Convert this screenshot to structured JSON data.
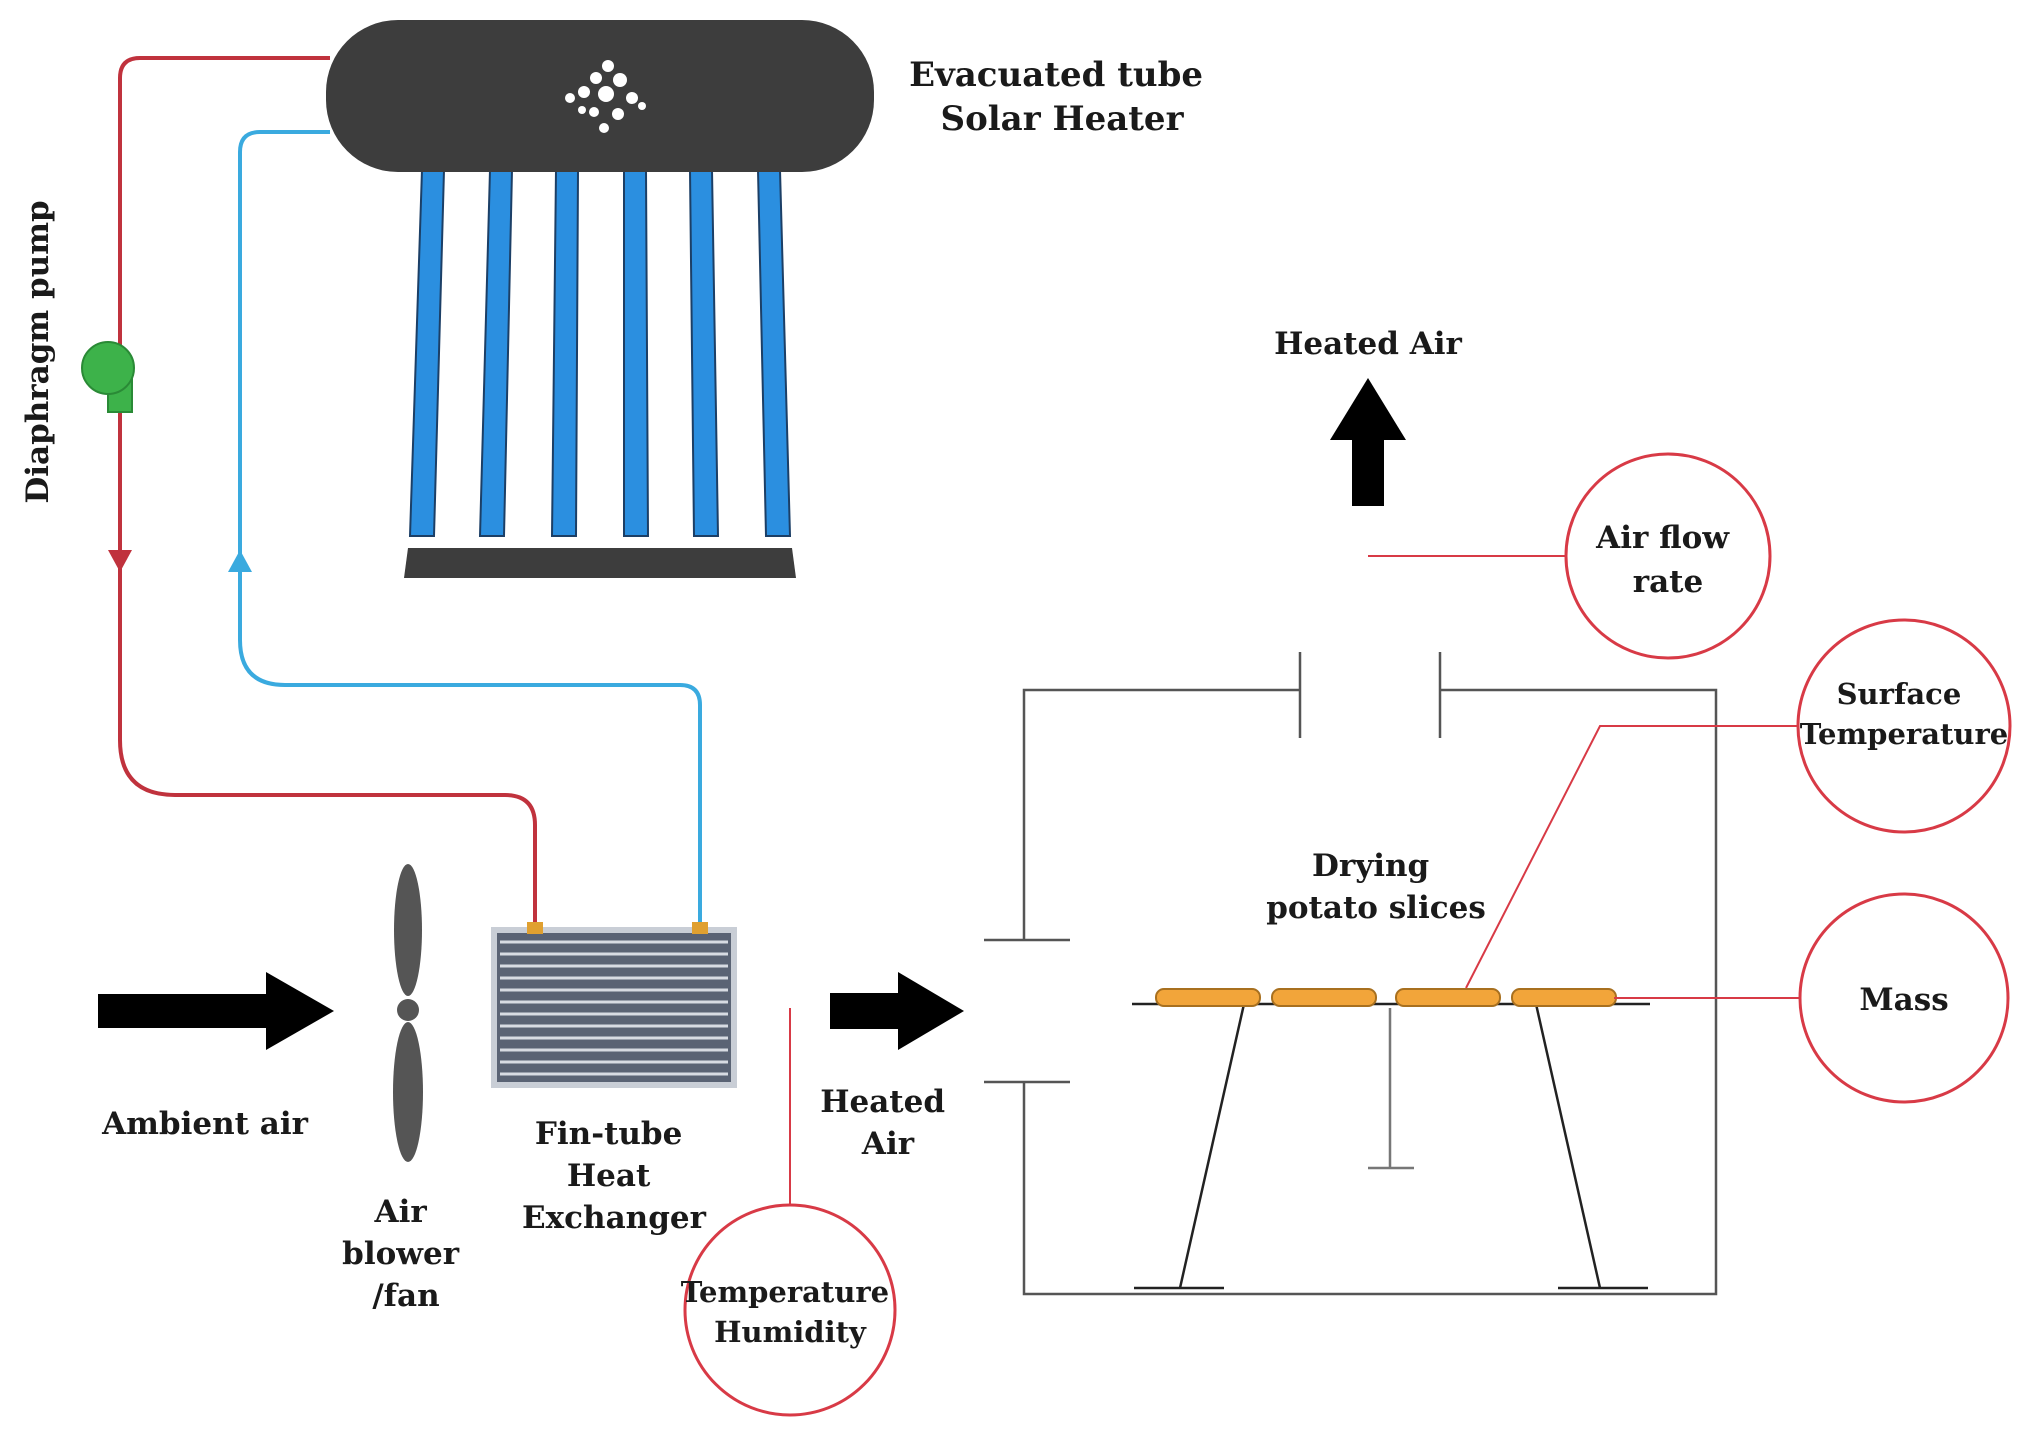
{
  "labels": {
    "solar_heater": [
      "Evacuated tube",
      "Solar Heater"
    ],
    "pump": "Diaphragm pump",
    "ambient_air": "Ambient air",
    "blower": [
      "Air",
      "blower",
      "/fan"
    ],
    "heat_exchanger": [
      "Fin-tube",
      "Heat",
      "Exchanger"
    ],
    "heated_air_inlet": [
      "Heated",
      "Air"
    ],
    "heated_air_outlet": "Heated Air",
    "drying": [
      "Drying",
      "potato slices"
    ]
  },
  "sensors": {
    "temp_humidity": [
      "Temperature",
      "Humidity"
    ],
    "air_flow": [
      "Air flow",
      "rate"
    ],
    "surface_temp": [
      "Surface",
      "Temperature"
    ],
    "mass": "Mass"
  },
  "colors": {
    "hot_line": "#c0323d",
    "cold_line": "#3aaadf",
    "tube_blue": "#2b8fe0",
    "tank_dark": "#3d3d3d",
    "pump_green": "#3db24a",
    "potato": "#f2a53a",
    "sensor_ring": "#d83a46",
    "arrow": "#000000"
  }
}
